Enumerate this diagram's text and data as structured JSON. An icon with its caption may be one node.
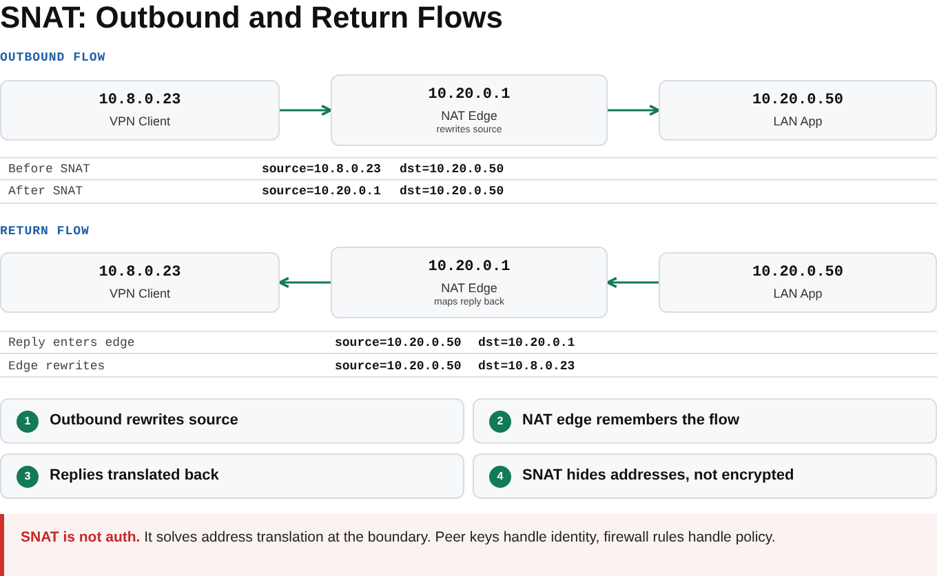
{
  "diagram": {
    "title": "SNAT: Outbound and Return Flows",
    "nodes": [
      {
        "text": [
          "10.8.0.23",
          "VPN Client"
        ]
      },
      {
        "text": [
          "10.20.0.1",
          "NAT Edge",
          "rewrites source"
        ]
      },
      {
        "text": [
          "10.20.0.50",
          "LAN App"
        ]
      },
      {
        "text": [
          "10.8.0.23",
          "VPN Client"
        ]
      },
      {
        "text": [
          "10.20.0.1",
          "NAT Edge",
          "maps reply back"
        ]
      },
      {
        "text": [
          "10.20.0.50",
          "LAN App"
        ]
      },
      {
        "text": [
          "1",
          "Outbound rewrites source"
        ]
      },
      {
        "text": [
          "2",
          "NAT edge remembers the flow"
        ]
      },
      {
        "text": [
          "3",
          "Replies translated back"
        ]
      },
      {
        "text": [
          "4",
          "SNAT hides addresses, not encrypted"
        ]
      },
      {
        "text": [
          "**SNAT is not auth.** It solves address translation at the boundary. Peer keys handle identity, firewall rules handle policy."
        ]
      }
    ],
    "edges": [
      {
        "from": 0,
        "to": 1,
        "arrow": "to"
      },
      {
        "from": 1,
        "to": 2,
        "arrow": "to"
      },
      {
        "from": 4,
        "to": 3,
        "arrow": "to"
      },
      {
        "from": 5,
        "to": 4,
        "arrow": "to"
      }
    ],
    "labels": [
      "OUTBOUND FLOW",
      "Before SNAT",
      "source=10.8.0.23",
      "dst=10.20.0.50",
      "After SNAT",
      "source=10.20.0.1",
      "dst=10.20.0.50",
      "RETURN FLOW",
      "Reply enters edge",
      "source=10.20.0.50",
      "dst=10.20.0.1",
      "Edge rewrites",
      "source=10.20.0.50",
      "dst=10.8.0.23"
    ]
  }
}
